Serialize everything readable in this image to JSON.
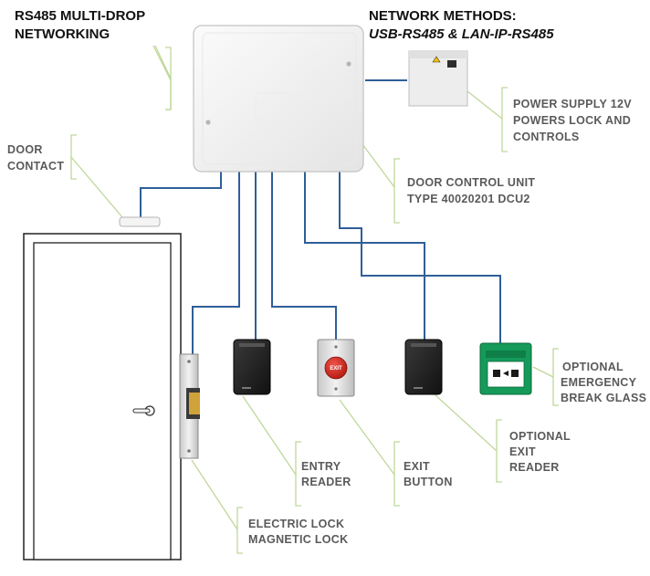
{
  "header": {
    "left": [
      "RS485 MULTI-DROP",
      "NETWORKING"
    ],
    "right_line1": "NETWORK METHODS:",
    "right_line2": "USB-RS485 & LAN-IP-RS485"
  },
  "labels": {
    "power_supply": [
      "POWER SUPPLY 12V",
      "POWERS LOCK AND",
      "CONTROLS"
    ],
    "door_contact": [
      "DOOR",
      "CONTACT"
    ],
    "dcu": [
      "DOOR CONTROL UNIT",
      "TYPE 40020201 DCU2"
    ],
    "emergency": [
      "OPTIONAL",
      "EMERGENCY",
      "BREAK GLASS"
    ],
    "exit_reader": [
      "OPTIONAL",
      "EXIT",
      "READER"
    ],
    "entry_reader": [
      "ENTRY",
      "READER"
    ],
    "exit_button": [
      "EXIT",
      "BUTTON"
    ],
    "lock": [
      "ELECTRIC LOCK",
      "MAGNETIC LOCK"
    ]
  },
  "device_text": {
    "exit_button_face": "EXIT"
  },
  "colors": {
    "wire": "#2f5f98",
    "callout": "#bfd79a",
    "label": "#5a5a5a",
    "break_glass": "#159a5a",
    "exit_button_red": "#d42a1e"
  }
}
